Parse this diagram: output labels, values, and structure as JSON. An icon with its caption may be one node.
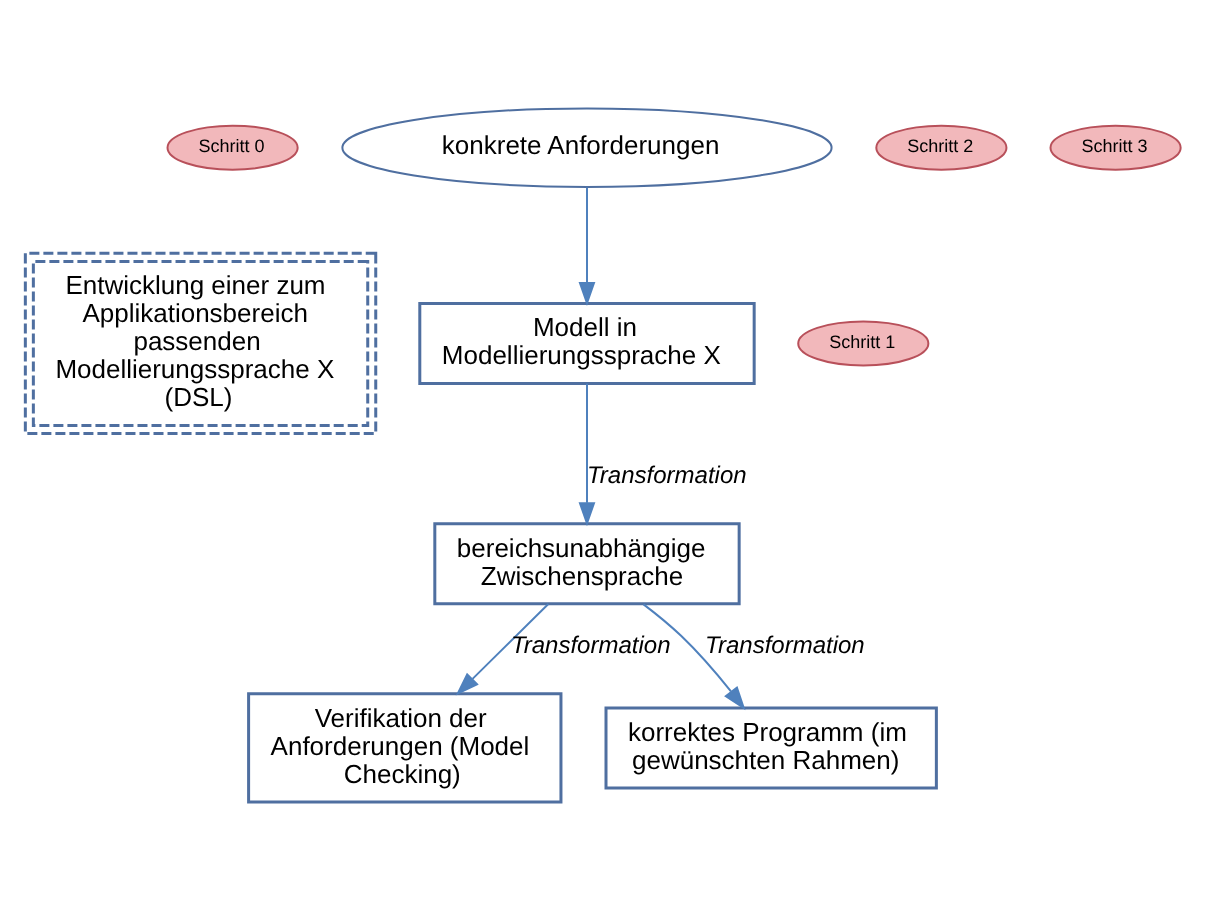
{
  "diagram": {
    "nodes": [
      {
        "text": [
          "Schritt 0"
        ]
      },
      {
        "text": [
          "Entwicklung einer zum Applikationsbereich passenden Modellierungssprache X (DSL)"
        ]
      },
      {
        "text": [
          "konkrete Anforderungen"
        ]
      },
      {
        "text": [
          "Schritt 1"
        ]
      },
      {
        "text": [
          "Modell in Modellierungssprache X"
        ]
      },
      {
        "text": [
          "bereichsunabhängige Zwischensprache"
        ]
      },
      {
        "text": [
          "Schritt 2"
        ]
      },
      {
        "text": [
          "Verifikation der Anforderungen (Model Checking)"
        ]
      },
      {
        "text": [
          "Schritt 3"
        ]
      },
      {
        "text": [
          "korrektes Programm (im gewünschten Rahmen)"
        ]
      }
    ],
    "edges": [
      {
        "from": 2,
        "to": 4,
        "arrow": "to"
      },
      {
        "from": 4,
        "to": 5,
        "arrow": "to",
        "label": "Transformation"
      },
      {
        "from": 5,
        "to": 7,
        "arrow": "to",
        "label": "Transformation"
      },
      {
        "from": 5,
        "to": 9,
        "arrow": "to",
        "label": "Transformation"
      }
    ]
  }
}
